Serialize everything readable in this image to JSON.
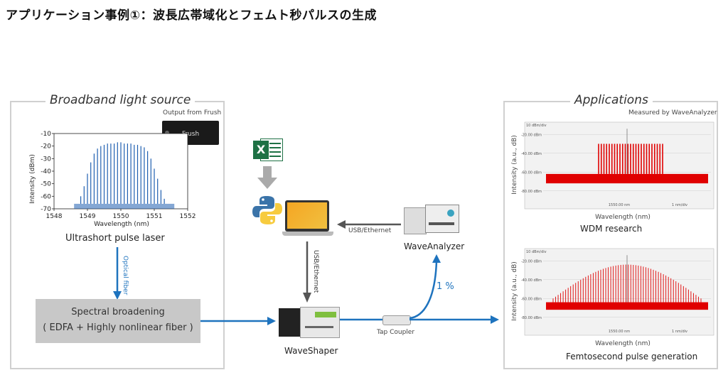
{
  "page": {
    "title": "アプリケーション事例①：波長広帯域化とフェムト秒パルスの生成"
  },
  "left_panel": {
    "title": "Broadband light source",
    "output_label": "Output from Frush",
    "device_label": "Frush",
    "laser_label": "Ultrashort pulse laser",
    "fiber_label": "Optical fiber",
    "broadening_line1": "Spectral broadening",
    "broadening_line2": "( EDFA + Highly nonlinear fiber )"
  },
  "center": {
    "usb_vertical": "USB/Ethernet",
    "usb_horizontal": "USB/Ethernet",
    "waveshaper_label": "WaveShaper",
    "waveanalyzer_label": "WaveAnalyzer",
    "tap_coupler_label": "Tap Coupler",
    "percent_label": "1 %",
    "excel_icon_letter": "X"
  },
  "right_panel": {
    "title": "Applications",
    "measured_label": "Measured by WaveAnalyzer",
    "wdm_label": "WDM research",
    "femto_label": "Femtosecond pulse generation",
    "ylabel": "Intensity (a.u., dB)",
    "xlabel": "Wavelength (nm)",
    "scale_label": "10 dBm/div",
    "center_readout": "1550.00 nm",
    "span_readout": "1 nm/div"
  },
  "colors": {
    "accent_blue": "#1e73be",
    "spectrum_blue": "#1f5fb0",
    "analyzer_red": "#e00000",
    "arrow_grey": "#555555",
    "box_grey": "#c8c8c8"
  },
  "chart_data": [
    {
      "type": "line",
      "title": "",
      "xlabel": "Wavelength (nm)",
      "ylabel": "Intensity (dBm)",
      "xlim": [
        1548,
        1552
      ],
      "ylim": [
        -70,
        -10
      ],
      "x_ticks": [
        "1548",
        "1549",
        "1550",
        "1551",
        "1552"
      ],
      "y_ticks": [
        "-10",
        "-20",
        "-30",
        "-40",
        "-50",
        "-60",
        "-70"
      ],
      "noise_floor": -66,
      "comb_lines": {
        "x": [
          1548.8,
          1548.9,
          1549.0,
          1549.1,
          1549.2,
          1549.3,
          1549.4,
          1549.5,
          1549.6,
          1549.7,
          1549.8,
          1549.9,
          1550.0,
          1550.1,
          1550.2,
          1550.3,
          1550.4,
          1550.5,
          1550.6,
          1550.7,
          1550.8,
          1550.9,
          1551.0,
          1551.1,
          1551.2,
          1551.3
        ],
        "y": [
          -60,
          -52,
          -42,
          -33,
          -26,
          -22,
          -20,
          -19,
          -18,
          -18,
          -18,
          -17,
          -17,
          -18,
          -18,
          -18,
          -19,
          -19,
          -20,
          -21,
          -24,
          -30,
          -38,
          -46,
          -55,
          -62
        ]
      }
    },
    {
      "type": "bar",
      "title": "WDM research",
      "xlabel": "Wavelength (nm)",
      "ylabel": "Intensity (a.u., dB)",
      "y_ticks": [
        "-20.00 dBm",
        "-40.00 dBm",
        "-60.00 dBm",
        "-80.00 dBm"
      ],
      "floor_db": -62,
      "lines_db": [
        -30,
        -30,
        -30,
        -30,
        -30,
        -30,
        -30,
        -30,
        -30,
        -30,
        -30,
        -30,
        -30,
        -30,
        -30,
        -30,
        -30,
        -30,
        -30,
        -30,
        -30,
        -30,
        -30,
        -30,
        -30
      ]
    },
    {
      "type": "bar",
      "title": "Femtosecond pulse generation",
      "xlabel": "Wavelength (nm)",
      "ylabel": "Intensity (a.u., dB)",
      "y_ticks": [
        "-20.00 dBm",
        "-40.00 dBm",
        "-60.00 dBm",
        "-80.00 dBm"
      ],
      "floor_db": -64,
      "envelope_peak_db": -24,
      "envelope_edge_db": -60
    }
  ]
}
